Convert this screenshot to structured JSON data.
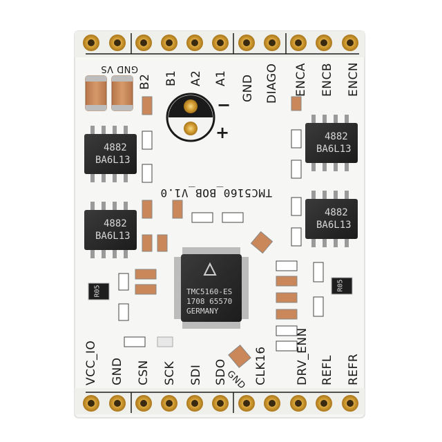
{
  "board": {
    "title": "TMC5160_BOB_V1.0",
    "top_labels": [
      "B2",
      "B1",
      "A2",
      "A1",
      "GND",
      "DIAGO",
      "ENCA",
      "ENCB",
      "ENCN"
    ],
    "top_left_label": "GND VS",
    "bottom_labels": [
      "VCC_IO",
      "GND",
      "CSN",
      "SCK",
      "SDI",
      "SDO",
      "CLK16",
      "DRV_ENN",
      "REFL",
      "REFR"
    ],
    "bottom_gnd_label": "GND",
    "polarity_minus": "−",
    "polarity_plus": "+"
  },
  "mosfets": {
    "line1": "4882",
    "line2": "BA6L13"
  },
  "main_ic": {
    "line1": "TMC5160-ES",
    "line2": "1708 65570",
    "line3": "GERMANY"
  },
  "resistors": {
    "r05_left": "R05",
    "r05_right": "R05"
  },
  "colors": {
    "pcb": "#f7f7f5",
    "gold_pad": "#d7a53a",
    "header_black": "#0d0d0d",
    "chip": "#2a2a2a",
    "capacitor": "#c9875a"
  }
}
